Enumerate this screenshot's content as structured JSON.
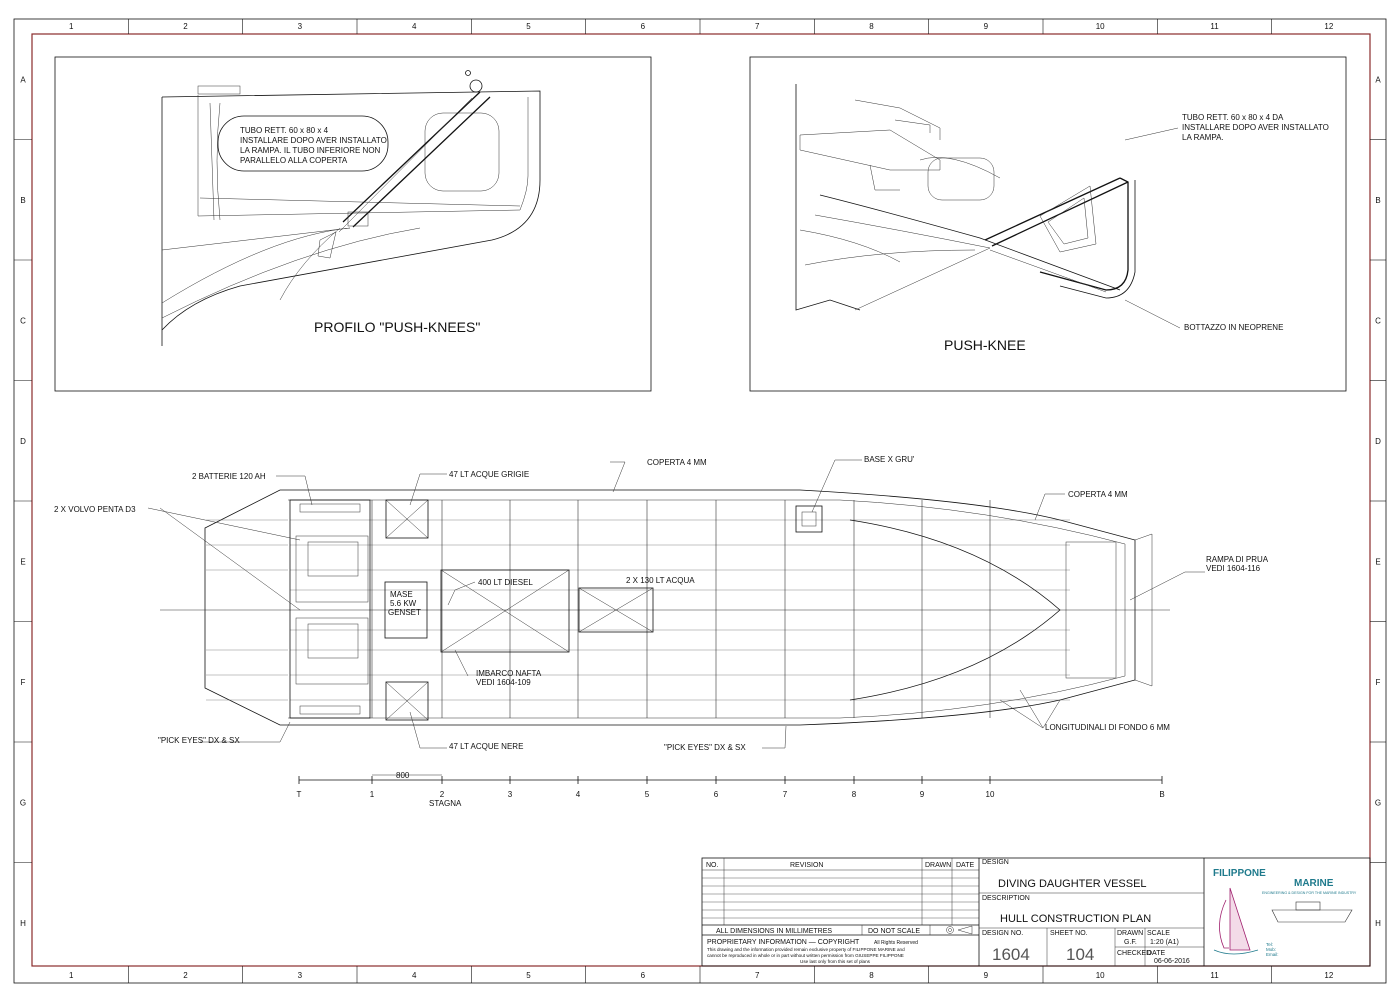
{
  "grid": {
    "cols": [
      "1",
      "2",
      "3",
      "4",
      "5",
      "6",
      "7",
      "8",
      "9",
      "10",
      "11",
      "12"
    ],
    "rows": [
      "A",
      "B",
      "C",
      "D",
      "E",
      "F",
      "G",
      "H"
    ]
  },
  "views": {
    "profile_title": "PROFILO \"PUSH-KNEES\"",
    "profile_note": [
      "TUBO RETT. 60 x 80 x 4",
      "INSTALLARE DOPO AVER INSTALLATO",
      "LA RAMPA. IL TUBO INFERIORE NON",
      "PARALLELO ALLA COPERTA"
    ],
    "iso_title": "PUSH-KNEE",
    "iso_note": [
      "TUBO RETT. 60 x 80 x 4 DA",
      "INSTALLARE DOPO AVER INSTALLATO",
      "LA RAMPA."
    ],
    "iso_bumper": "BOTTAZZO IN NEOPRENE"
  },
  "plan": {
    "batteries": "2 BATTERIE 120 AH",
    "grey_water": "47 LT ACQUE GRIGIE",
    "deck_1": "COPERTA 4 MM",
    "crane_base": "BASE X GRU'",
    "deck_2": "COPERTA 4 MM",
    "engines": "2 X VOLVO PENTA D3",
    "genset": [
      "MASE",
      "5.6 KW",
      "GENSET"
    ],
    "diesel": "400 LT DIESEL",
    "water": "2 X 130 LT ACQUA",
    "bow_ramp": [
      "RAMPA DI PRUA",
      "VEDI 1604-116"
    ],
    "fuel_fill": [
      "IMBARCO NAFTA",
      "VEDI 1604-109"
    ],
    "pick_eyes_1": "\"PICK EYES\" DX & SX",
    "black_water": "47 LT ACQUE NERE",
    "pick_eyes_2": "\"PICK EYES\" DX & SX",
    "bottom_long": "LONGITUDINALI DI FONDO 6 MM",
    "scale_dim": "800",
    "stations": [
      "T",
      "1",
      "2",
      "3",
      "4",
      "5",
      "6",
      "7",
      "8",
      "9",
      "10",
      "B"
    ],
    "watertight": "STAGNA"
  },
  "title_block": {
    "rev_headers": [
      "NO.",
      "REVISION",
      "DRAWN",
      "DATE"
    ],
    "dims_note": "ALL DIMENSIONS IN MILLIMETRES",
    "no_scale": "DO NOT SCALE",
    "prop_title": "PROPRIETARY INFORMATION — COPYRIGHT",
    "rights": "All Rights Reserved",
    "prop_text_1": "This drawing and the information provided remain exclusive property of FILIPPONE MARINE and",
    "prop_text_2": "cannot be reproduced in whole or in part without written permission from GIUSEPPE FILIPPONE",
    "prop_text_3": "Use last only from this set of plans",
    "design_label": "DESIGN",
    "design_value": "DIVING DAUGHTER VESSEL",
    "desc_label": "DESCRIPTION",
    "desc_value": "HULL CONSTRUCTION PLAN",
    "design_no_label": "DESIGN NO.",
    "design_no": "1604",
    "sheet_no_label": "SHEET NO.",
    "sheet_no": "104",
    "drawn_label": "DRAWN",
    "drawn_value": "G.F.",
    "scale_label": "SCALE",
    "scale_value": "1:20 (A1)",
    "checked_label": "CHECKED",
    "date_label": "DATE",
    "date_value": "06-06-2016",
    "logo_1": "FILIPPONE",
    "logo_2": "MARINE",
    "logo_tag": "ENGINEERING & DESIGN FOR THE MARINE INDUSTRY",
    "logo_contact": [
      "Tel:",
      "Mob:",
      "Email:"
    ]
  }
}
